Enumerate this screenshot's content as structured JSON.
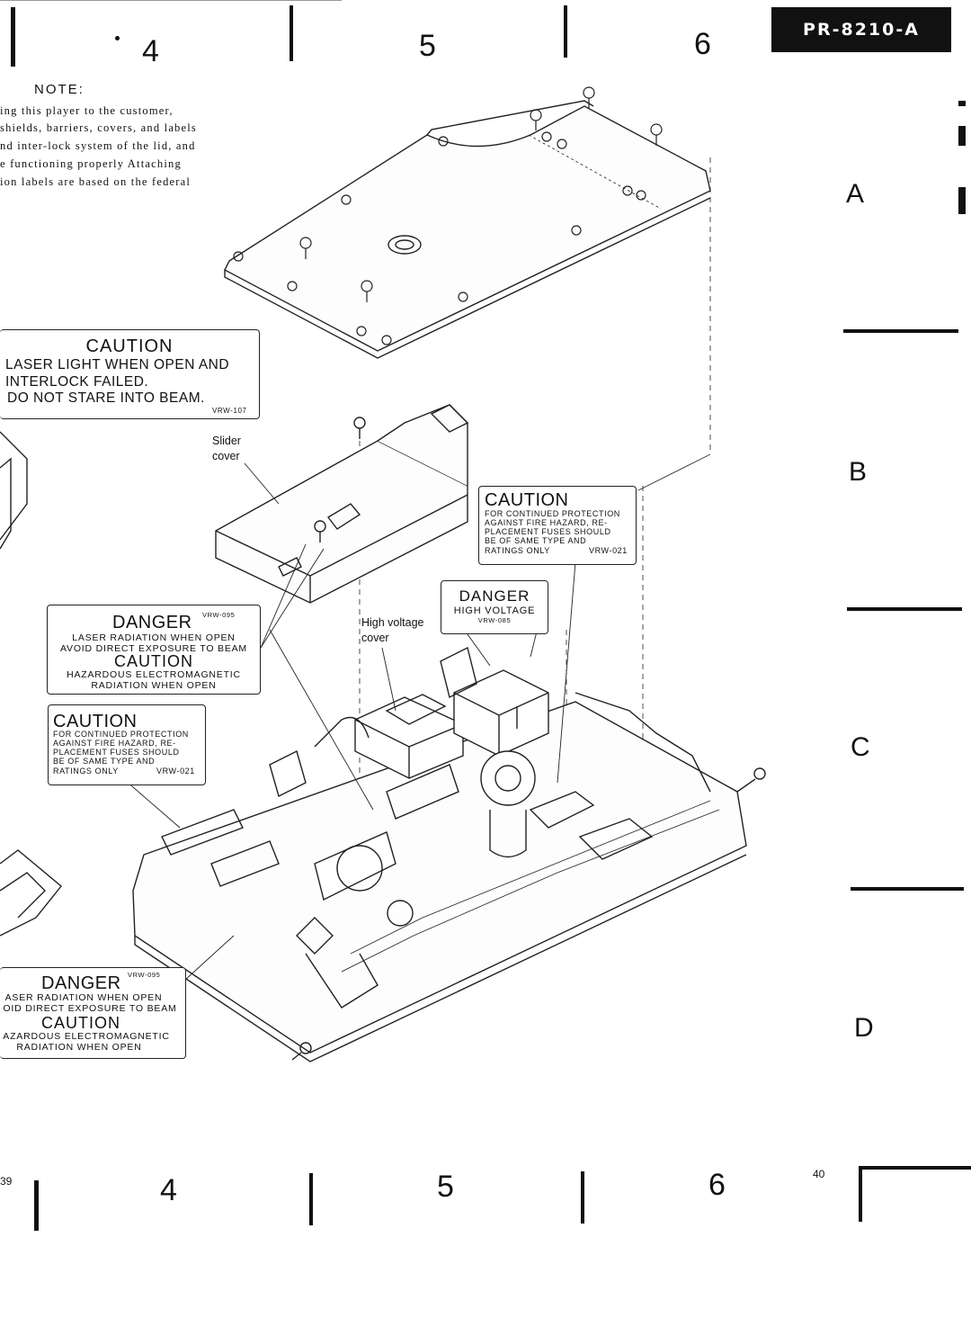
{
  "header": {
    "col_top": [
      "4",
      "5",
      "6"
    ],
    "model": "PR-8210-A"
  },
  "row_letters": [
    "A",
    "B",
    "C",
    "D"
  ],
  "note": {
    "title": "NOTE:",
    "lines": [
      "ing  this  player  to  the  customer,",
      "shields,  barriers,  covers,  and  labels",
      "nd  inter-lock  system  of  the  lid,  and",
      "e  functioning  properly   Attaching",
      "ion  labels  are  based  on  the  federal"
    ]
  },
  "labels": {
    "caution_lid": {
      "title": "CAUTION",
      "line1": "LASER LIGHT WHEN OPEN AND",
      "line2": "INTERLOCK FAILED.",
      "line3": "DO NOT STARE INTO BEAM.",
      "code": "VRW-107"
    },
    "caution_fuse_right": {
      "title": "CAUTION",
      "lines": [
        "FOR CONTINUED PROTECTION",
        "AGAINST FIRE HAZARD,  RE-",
        "PLACEMENT  FUSES  SHOULD",
        "BE  OF  SAME  TYPE  AND"
      ],
      "last": "RATINGS ONLY",
      "code": "VRW-021"
    },
    "danger_hv": {
      "title": "DANGER",
      "line": "HIGH  VOLTAGE",
      "code": "VRW-085"
    },
    "danger_laser_mid": {
      "title": "DANGER",
      "code": "VRW-095",
      "line1": "LASER RADIATION WHEN OPEN",
      "line2": "AVOID DIRECT EXPOSURE TO BEAM",
      "caution": "CAUTION",
      "line3": "HAZARDOUS ELECTROMAGNETIC",
      "line4": "RADIATION WHEN OPEN"
    },
    "caution_fuse_left": {
      "title": "CAUTION",
      "lines": [
        "FOR CONTINUED PROTECTION",
        "AGAINST  FIRE  HAZARD,  RE-",
        "PLACEMENT  FUSES  SHOULD",
        "BE  OF  SAME  TYPE  AND"
      ],
      "last": "RATINGS ONLY",
      "code": "VRW-021"
    },
    "danger_laser_bottom": {
      "title": "DANGER",
      "code": "VRW-095",
      "line1": "ASER RADIATION WHEN OPEN",
      "line2": "OID DIRECT EXPOSURE TO BEAM",
      "caution": "CAUTION",
      "line3": "AZARDOUS ELECTROMAGNETIC",
      "line4": "RADIATION WHEN OPEN"
    }
  },
  "callouts": {
    "slider_l1": "Slider",
    "slider_l2": "cover",
    "hv_l1": "High voltage",
    "hv_l2": "cover"
  },
  "footer": {
    "page_left": "39",
    "col_bottom": [
      "4",
      "5",
      "6"
    ],
    "page_right": "40"
  }
}
